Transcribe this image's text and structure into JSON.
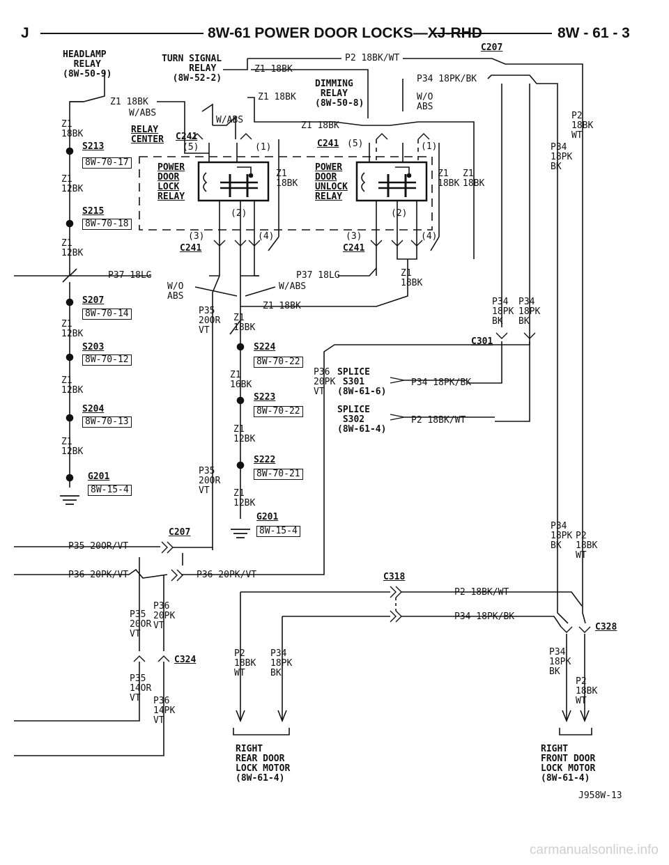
{
  "header": {
    "left": "J",
    "title": "8W-61 POWER DOOR LOCKS—XJ-RHD",
    "page": "8W - 61 - 3"
  },
  "labels": {
    "c207_top": "C207",
    "headlamp": "HEADLAMP\n  RELAY\n(8W-50-9)",
    "turn_signal": "TURN SIGNAL\n     RELAY\n  (8W-52-2)",
    "p2_top": "P2 18BK/WT",
    "z1_top": "Z1 18BK",
    "dimming": "DIMMING\n RELAY\n(8W-50-8)",
    "p34_top": "P34 18PK/BK",
    "wo_abs_r": "W/O\nABS",
    "z1_18bk_a": "Z1 18BK",
    "z1_18bk_b": "Z1 18BK",
    "wabs_a": "W/ABS",
    "wabs_b": "W/ABS",
    "relay_center": "RELAY\nCENTER",
    "c241_a": "C241",
    "c241_b": "C241",
    "c241_c": "C241",
    "c241_d": "C241",
    "p2_right": "P2\n18BK\nWT",
    "p34_right": "P34\n18PK\nBK",
    "z1_left1": "Z1\n18BK",
    "s213": "S213",
    "ref_s213": "8W-70-17",
    "pin5_a": "(5)",
    "pin1_a": "(1)",
    "pin5_b": "(5)",
    "pin1_b": "(1)",
    "pdl_relay": "POWER\nDOOR\nLOCK\nRELAY",
    "pdu_relay": "POWER\nDOOR\nUNLOCK\nRELAY",
    "z1_mid": "Z1\n18BK",
    "z1_right_a": "Z1\n18BK",
    "z1_right_b": "Z1\n18BK",
    "z1_12bk_a": "Z1\n12BK",
    "s215": "S215",
    "ref_s215": "8W-70-18",
    "pin2_a": "(2)",
    "pin2_b": "(2)",
    "pin3_a": "(3)",
    "pin4_a": "(4)",
    "pin3_b": "(3)",
    "pin4_b": "(4)",
    "z1_12bk_b": "Z1\n12BK",
    "p37_a": "P37 18LG",
    "p37_b": "P37 18LG",
    "wo_abs_l": "W/O\nABS",
    "z1_18bk_c": "Z1\n18BK",
    "s207": "S207",
    "ref_s207": "8W-70-14",
    "z1_18bk_d": "Z1 18BK",
    "p35_a": "P35\n20OR\nVT",
    "z1_18bk_e": "Z1\n18BK",
    "p34_pair_a": "P34\n18PK\nBK",
    "p34_pair_b": "P34\n18PK\nBK",
    "z1_12bk_c": "Z1\n12BK",
    "s203": "S203",
    "ref_s203": "8W-70-12",
    "s224": "S224",
    "ref_s224": "8W-70-22",
    "c301": "C301",
    "z1_16bk": "Z1\n16BK",
    "p36_splice": "P36\n20PK\nVT",
    "splice_s301": "SPLICE\n S301\n(8W-61-6)",
    "p34_s301": "P34 18PK/BK",
    "z1_12bk_d": "Z1\n12BK",
    "s223": "S223",
    "ref_s223": "8W-70-22",
    "s204": "S204",
    "ref_s204": "8W-70-13",
    "splice_s302": "SPLICE\n S302\n(8W-61-4)",
    "p2_s302": "P2 18BK/WT",
    "z1_12bk_e": "Z1\n12BK",
    "z1_12bk_f": "Z1\n12BK",
    "s222": "S222",
    "ref_s222": "8W-70-21",
    "p35_b": "P35\n20OR\nVT",
    "g201_a": "G201",
    "ref_g201_a": "8W-15-4",
    "z1_12bk_g": "Z1\n12BK",
    "g201_b": "G201",
    "ref_g201_b": "8W-15-4",
    "c207_b": "C207",
    "p34_rt_low": "P34\n18PK\nBK",
    "p2_rt_low": "P2\n18BK\nWT",
    "p35_line": "P35 20OR/VT",
    "p36_line_l": "P36 20PK/VT",
    "p36_line_r": "P36 20PK/VT",
    "c318": "C318",
    "p2_c318": "P2 18BK/WT",
    "p34_c318": "P34 18PK/BK",
    "c328": "C328",
    "p36_lower": "P36\n20PK\nVT",
    "p35_lower": "P35\n20OR\nVT",
    "c324": "C324",
    "p2_rear": "P2\n18BK\nWT",
    "p34_rear": "P34\n18PK\nBK",
    "p34_front": "P34\n18PK\nBK",
    "p2_front": "P2\n18BK\nWT",
    "p35_14or": "P35\n14OR\nVT",
    "p36_14pk": "P36\n14PK\nVT",
    "rear_motor": "RIGHT\nREAR DOOR\nLOCK MOTOR\n(8W-61-4)",
    "front_motor": "RIGHT\nFRONT DOOR\nLOCK MOTOR\n(8W-61-4)",
    "fig_id": "J958W-13"
  },
  "watermark": "carmanualsonline.info"
}
